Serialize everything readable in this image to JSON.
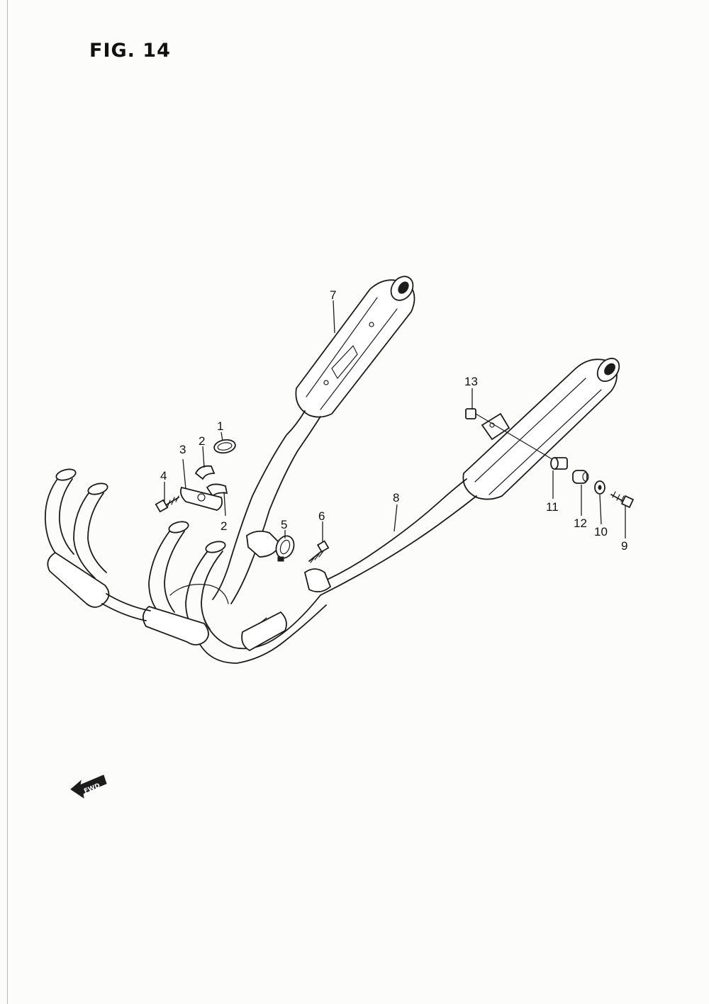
{
  "figure": {
    "title": "FIG. 14"
  },
  "callouts": [
    {
      "id": "c1",
      "label": "1"
    },
    {
      "id": "c2a",
      "label": "2"
    },
    {
      "id": "c2b",
      "label": "2"
    },
    {
      "id": "c3",
      "label": "3"
    },
    {
      "id": "c4",
      "label": "4"
    },
    {
      "id": "c5",
      "label": "5"
    },
    {
      "id": "c6",
      "label": "6"
    },
    {
      "id": "c7",
      "label": "7"
    },
    {
      "id": "c8",
      "label": "8"
    },
    {
      "id": "c9",
      "label": "9"
    },
    {
      "id": "c10",
      "label": "10"
    },
    {
      "id": "c11",
      "label": "11"
    },
    {
      "id": "c12",
      "label": "12"
    },
    {
      "id": "c13",
      "label": "13"
    }
  ],
  "fwd_indicator": {
    "label": "FWD"
  }
}
